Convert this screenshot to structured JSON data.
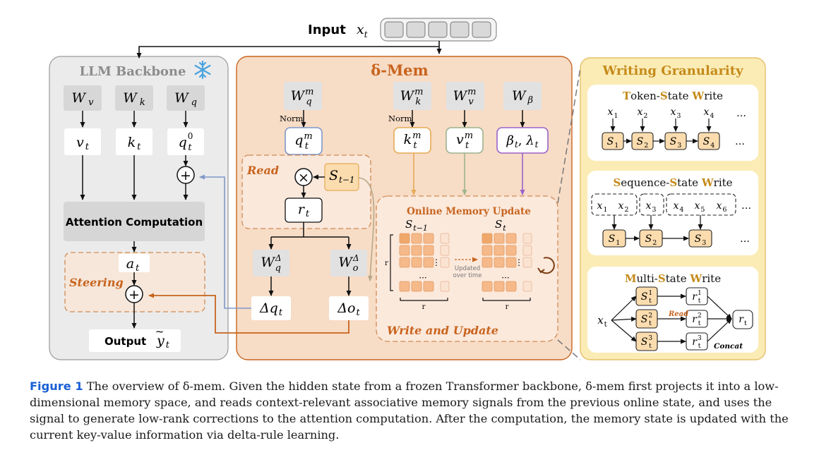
{
  "input": {
    "label": "Input",
    "var": "x",
    "sub": "t",
    "cells": 5
  },
  "backbone": {
    "title": "LLM Backbone",
    "w_v": "W",
    "w_v_sub": "v",
    "w_k": "W",
    "w_k_sub": "k",
    "w_q": "W",
    "w_q_sub": "q",
    "v": "v",
    "v_sub": "t",
    "k": "k",
    "k_sub": "t",
    "q": "q",
    "q_sub": "t",
    "q_sup": "0",
    "plus": "+",
    "attention": "Attention Computation",
    "a": "a",
    "a_sub": "t",
    "steering": "Steering",
    "output": "Output",
    "y": "y",
    "y_tilde": "~",
    "y_sub": "t"
  },
  "delta_mem": {
    "title": "δ-Mem",
    "wq": "W",
    "wq_sup": "m",
    "wq_sub": "q",
    "wk": "W",
    "wk_sup": "m",
    "wk_sub": "k",
    "wv": "W",
    "wv_sup": "m",
    "wv_sub": "v",
    "wb": "W",
    "wb_sub": "β",
    "norm": "Norm",
    "q": "q",
    "q_sup": "m",
    "q_sub": "t",
    "k": "k",
    "k_sup": "m",
    "k_sub": "t",
    "v": "v",
    "v_sup": "m",
    "v_sub": "t",
    "beta": "β",
    "beta_sub": "t",
    "lambda": "λ",
    "lambda_sub": "t",
    "read": "Read",
    "times": "×",
    "s_prev": "S",
    "s_prev_sub": "t−1",
    "r": "r",
    "r_sub": "t",
    "wqd": "W",
    "wqd_sup": "Δ",
    "wqd_sub": "q",
    "wod": "W",
    "wod_sup": "Δ",
    "wod_sub": "o",
    "dq": "Δq",
    "dq_sub": "t",
    "do": "Δo",
    "do_sub": "t",
    "online_update": "Online Memory Update",
    "grid_left": "S",
    "grid_left_sub": "t−1",
    "grid_right": "S",
    "grid_right_sub": "t",
    "dim_r": "r",
    "updated_over_time": [
      "Updated",
      "over time"
    ],
    "write_update": "Write and Update"
  },
  "granularity": {
    "title": "Writing Granularity",
    "token": {
      "title_parts": [
        {
          "text": "T",
          "accent": true
        },
        {
          "text": "oken-",
          "accent": false
        },
        {
          "text": "S",
          "accent": true
        },
        {
          "text": "tate ",
          "accent": false
        },
        {
          "text": "W",
          "accent": true
        },
        {
          "text": "rite",
          "accent": false
        }
      ],
      "xs": [
        "x",
        "x",
        "x",
        "x"
      ],
      "x_subs": [
        "1",
        "2",
        "3",
        "4"
      ],
      "ss": [
        "S",
        "S",
        "S",
        "S"
      ],
      "s_subs": [
        "1",
        "2",
        "3",
        "4"
      ],
      "dots": "…"
    },
    "sequence": {
      "title_parts": [
        {
          "text": "S",
          "accent": true
        },
        {
          "text": "equence-",
          "accent": false
        },
        {
          "text": "S",
          "accent": true
        },
        {
          "text": "tate ",
          "accent": false
        },
        {
          "text": "W",
          "accent": true
        },
        {
          "text": "rite",
          "accent": false
        }
      ],
      "xs": [
        "x",
        "x",
        "x",
        "x",
        "x",
        "x"
      ],
      "x_subs": [
        "1",
        "2",
        "3",
        "4",
        "5",
        "6"
      ],
      "ss": [
        "S",
        "S",
        "S"
      ],
      "s_subs": [
        "1",
        "2",
        "3"
      ],
      "dots": "…"
    },
    "multi": {
      "title_parts": [
        {
          "text": "M",
          "accent": true
        },
        {
          "text": "ulti-",
          "accent": false
        },
        {
          "text": "S",
          "accent": true
        },
        {
          "text": "tate ",
          "accent": false
        },
        {
          "text": "W",
          "accent": true
        },
        {
          "text": "rite",
          "accent": false
        }
      ],
      "x": "x",
      "x_sub": "t",
      "ss": [
        "S",
        "S",
        "S"
      ],
      "s_sups": [
        "1",
        "2",
        "3"
      ],
      "s_sub": "t",
      "rs": [
        "r",
        "r",
        "r"
      ],
      "r_sups": [
        "1",
        "2",
        "3"
      ],
      "r_sub": "t",
      "read": "Read",
      "out": "r",
      "out_sub": "t",
      "concat": "Concat"
    }
  },
  "caption": {
    "label": "Figure 1",
    "text": "The overview of δ-mem. Given the hidden state from a frozen Transformer backbone, δ-mem first projects it into a low-dimensional memory space, and reads context-relevant associative memory signals from the previous online state, and uses the signal to generate low-rank corrections to the attention computation. After the computation, the memory state is updated with the current key-value information via delta-rule learning."
  },
  "colors": {
    "accent_orange": "#c8641e",
    "title_gold": "#c58a1a",
    "query_blue": "#7f98c8",
    "key_orange": "#e6aa55",
    "value_green": "#9cb48e",
    "beta_purple": "#9b62c8",
    "caption_blue": "#1a5fd6"
  }
}
